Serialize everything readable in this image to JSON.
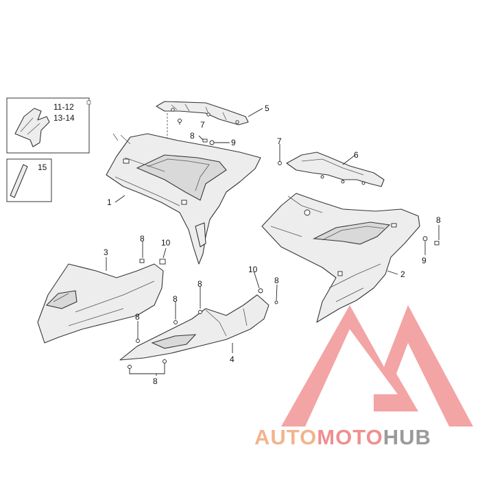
{
  "callouts": {
    "p1": "1",
    "p2": "2",
    "p3": "3",
    "p4": "4",
    "p5": "5",
    "p6": "6",
    "p7a": "7",
    "p7b": "7",
    "p8a": "8",
    "p8b": "8",
    "p8c": "8",
    "p8d": "8",
    "p8e": "8",
    "p8f": "8",
    "p8g": "8",
    "p8h": "8",
    "p9a": "9",
    "p9b": "9",
    "p10a": "10",
    "p10b": "10",
    "p15": "15"
  },
  "inset": {
    "line1": "11-12",
    "line2": "13-14"
  },
  "watermark": {
    "brand": "AUTOMOTOHUB",
    "part_auto": "AUTO",
    "part_moto": "MOTO",
    "part_hub": "HUB",
    "color_auto": "#f2b48c",
    "color_moto": "#ef8f8f",
    "color_hub": "#9a9a9a",
    "logo_color": "#f29a9a"
  }
}
